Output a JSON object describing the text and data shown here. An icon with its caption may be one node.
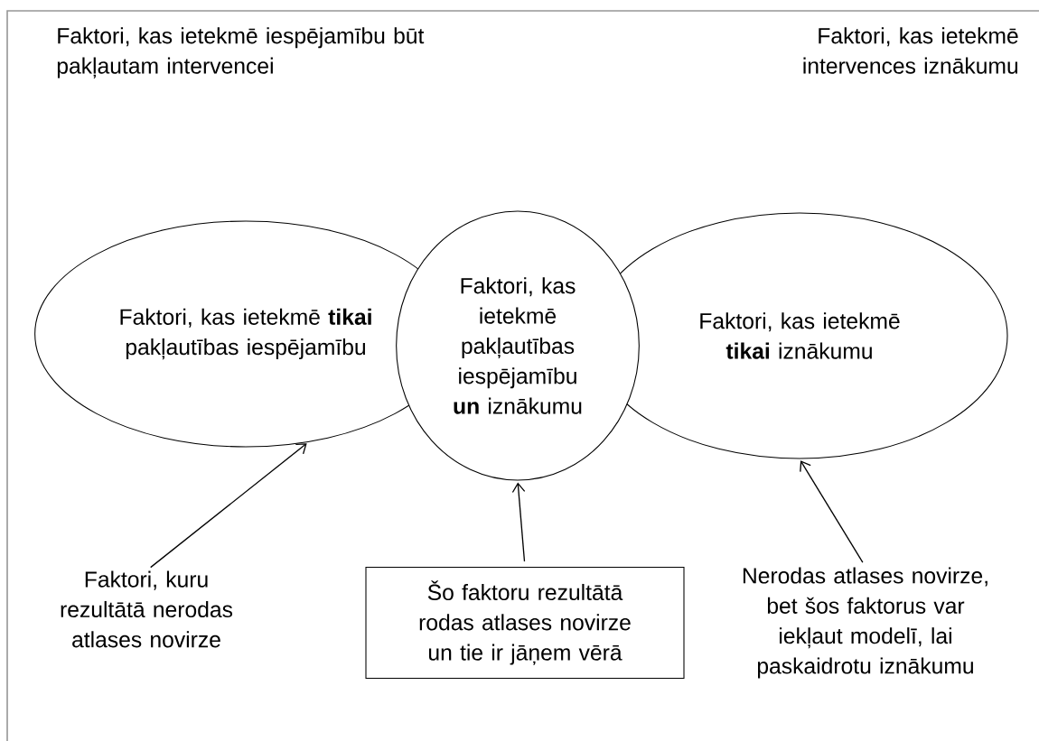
{
  "diagram": {
    "nodes": [
      {
        "text": [
          "Faktori, kas ietekmē **tikai** pakļautības iespējamību"
        ]
      },
      {
        "text": [
          "Faktori, kas ietekmē pakļautības iespējamību **un** iznākumu"
        ]
      },
      {
        "text": [
          "Faktori, kas ietekmē **tikai** iznākumu"
        ]
      },
      {
        "text": [
          "Faktori, kuru rezultātā nerodas atlases novirze"
        ]
      },
      {
        "text": [
          "Šo faktoru rezultātā rodas atlases novirze un tie ir jāņem vērā"
        ]
      },
      {
        "text": [
          "Nerodas atlases novirze, bet šos faktorus var iekļaut modelī, lai paskaidrotu iznākumu"
        ]
      }
    ],
    "edges": [
      {
        "from": 3,
        "to": 0,
        "arrow": "to"
      },
      {
        "from": 4,
        "to": 1,
        "arrow": "to"
      },
      {
        "from": 5,
        "to": 2,
        "arrow": "to"
      }
    ],
    "labels": [
      "Faktori, kas ietekmē iespējamību būt pakļautam intervencei",
      "Faktori, kas ietekmē intervences iznākumu"
    ]
  }
}
